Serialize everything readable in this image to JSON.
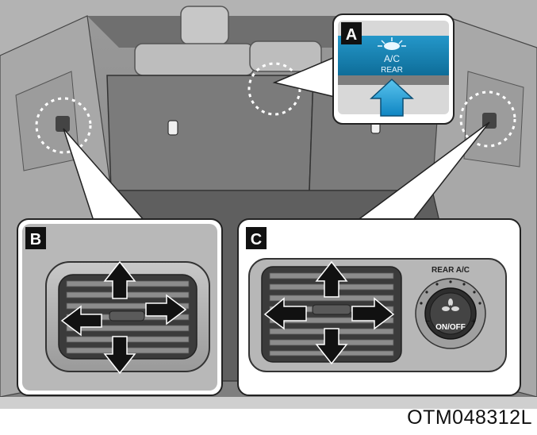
{
  "figure_code": "OTM048312L",
  "callouts": {
    "a": {
      "letter": "A",
      "button_top": "A/C",
      "button_bottom": "REAR"
    },
    "b": {
      "letter": "B"
    },
    "c": {
      "letter": "C",
      "panel_label": "REAR A/C",
      "knob_label": "ON/OFF",
      "minus": "−",
      "plus": "+"
    }
  },
  "colors": {
    "button_blue": "#1c8cc0",
    "arrow_blue": "#1ea6dd",
    "interior_gray": "#8f8f8f",
    "panel_fill": "#b5b5b5",
    "vent_dark": "#3d3d3d"
  }
}
